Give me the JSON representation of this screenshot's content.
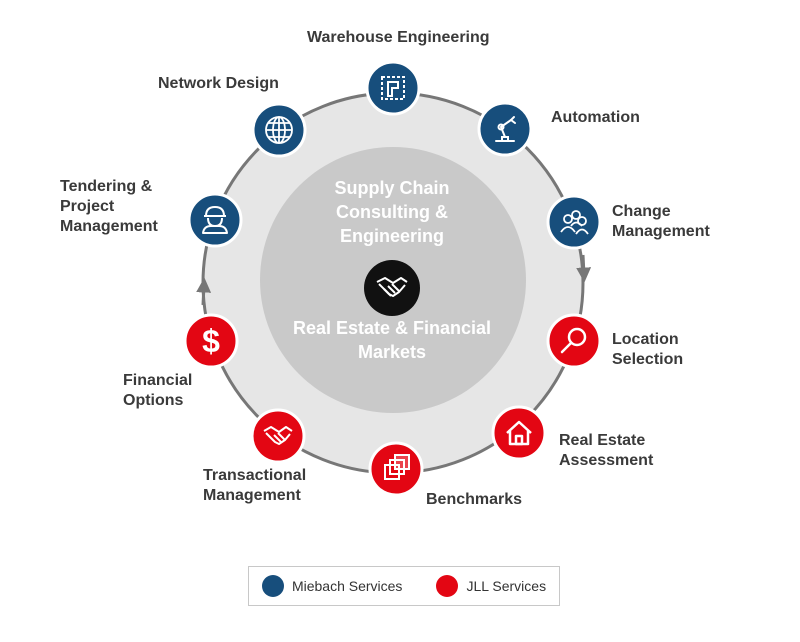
{
  "colors": {
    "miebach": "#174e7c",
    "jll": "#e30613",
    "ring": "#e6e6e6",
    "ring_line": "#777777",
    "inner": "#c9c9c9",
    "hub": "#111111"
  },
  "center": {
    "top_text": "Supply Chain\nConsulting &\nEngineering",
    "bottom_text": "Real Estate & Financial\nMarkets",
    "hub_icon": "handshake-icon"
  },
  "services": [
    {
      "key": "warehouse",
      "label": "Warehouse Engineering",
      "provider": "miebach",
      "icon": "warehouse-layout-icon"
    },
    {
      "key": "automation",
      "label": "Automation",
      "provider": "miebach",
      "icon": "robot-arm-icon"
    },
    {
      "key": "change",
      "label": "Change\nManagement",
      "provider": "miebach",
      "icon": "people-group-icon"
    },
    {
      "key": "location",
      "label": "Location\nSelection",
      "provider": "jll",
      "icon": "magnifier-icon"
    },
    {
      "key": "realestate",
      "label": "Real Estate\nAssessment",
      "provider": "jll",
      "icon": "house-icon"
    },
    {
      "key": "benchmarks",
      "label": "Benchmarks",
      "provider": "jll",
      "icon": "stacked-squares-icon"
    },
    {
      "key": "transactional",
      "label": "Transactional\nManagement",
      "provider": "jll",
      "icon": "handshake-icon"
    },
    {
      "key": "financial",
      "label": "Financial\nOptions",
      "provider": "jll",
      "icon": "dollar-icon"
    },
    {
      "key": "tendering",
      "label": "Tendering &\nProject\nManagement",
      "provider": "miebach",
      "icon": "worker-icon"
    },
    {
      "key": "network",
      "label": "Network Design",
      "provider": "miebach",
      "icon": "globe-icon"
    }
  ],
  "legend": [
    {
      "label": "Miebach Services",
      "provider": "miebach"
    },
    {
      "label": "JLL Services",
      "provider": "jll"
    }
  ]
}
